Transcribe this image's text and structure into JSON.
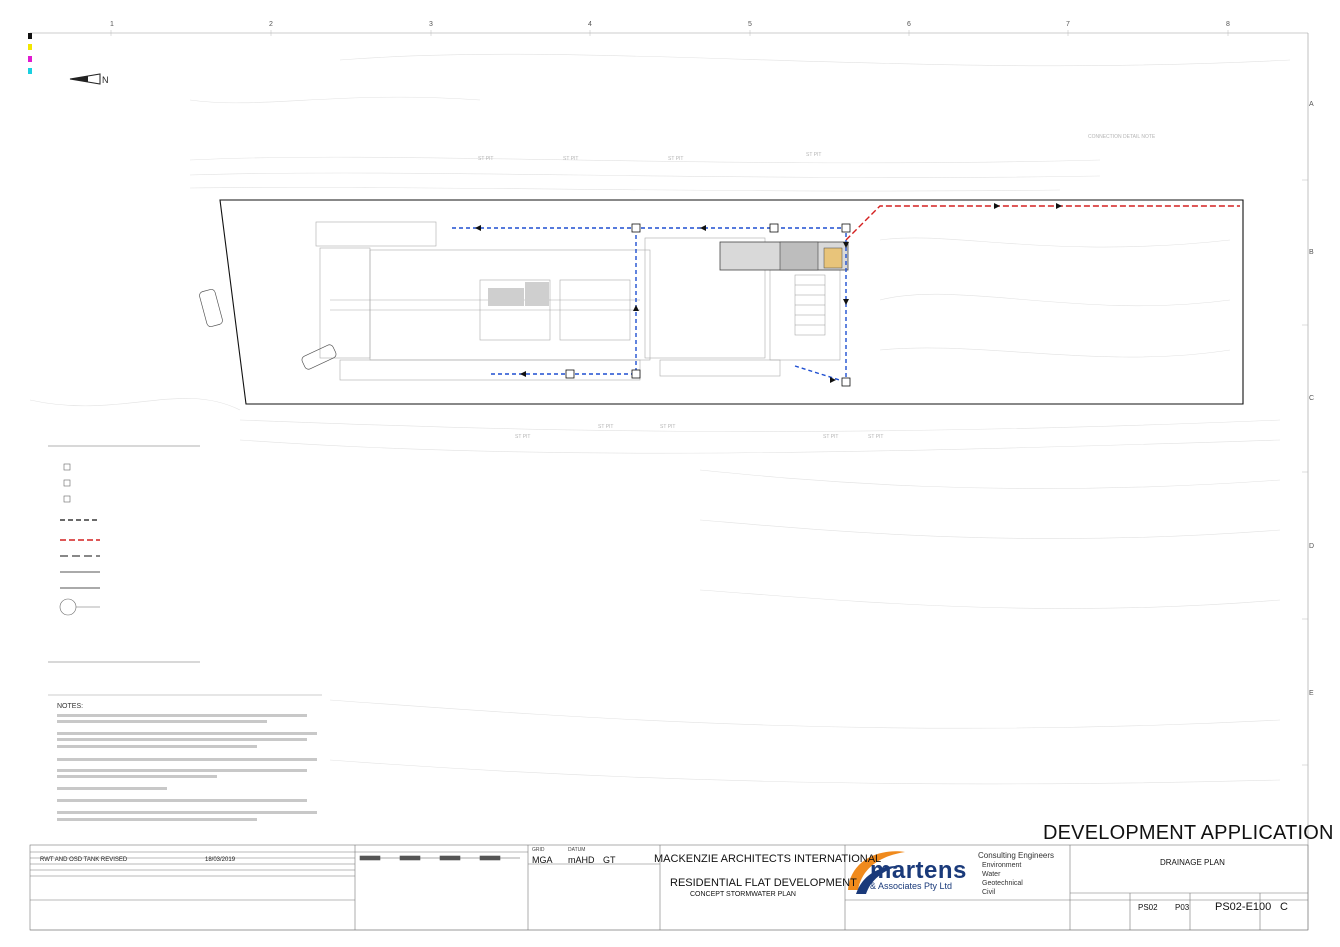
{
  "grid": {
    "numbers": [
      "1",
      "2",
      "3",
      "4",
      "5",
      "6",
      "7",
      "8"
    ],
    "letters": [
      "A",
      "B",
      "C",
      "D",
      "E"
    ]
  },
  "notes": {
    "title": "NOTES:"
  },
  "title_block": {
    "development_application": "DEVELOPMENT APPLICATION",
    "client_label": "MACKENZIE ARCHITECTS INTERNATIONAL",
    "project_title": "RESIDENTIAL FLAT DEVELOPMENT",
    "drawing_subtitle": "CONCEPT STORMWATER PLAN",
    "datum_label": "DATUM",
    "datum_value": "mAHD",
    "grid_label": "GRID",
    "grid_value": "MGA",
    "drawn_value": "GT",
    "drawing_name": "DRAINAGE PLAN",
    "project_number": "PS02",
    "sheet_ref": "P03",
    "drawing_number": "PS02-E100",
    "revision": "C",
    "revision_row_1": "RWT AND OSD TANK REVISED",
    "revision_date_1": "18/03/2019"
  },
  "company": {
    "name": "martens",
    "sub": "& Associates Pty Ltd",
    "heading": "Consulting Engineers",
    "disciplines": [
      "Environment",
      "Water",
      "Geotechnical",
      "Civil"
    ]
  },
  "colors": {
    "blue_pipe": "#1f4fd1",
    "red_pipe": "#d42020",
    "logo_blue": "#1a3a7a",
    "logo_orange": "#f08a1c"
  }
}
